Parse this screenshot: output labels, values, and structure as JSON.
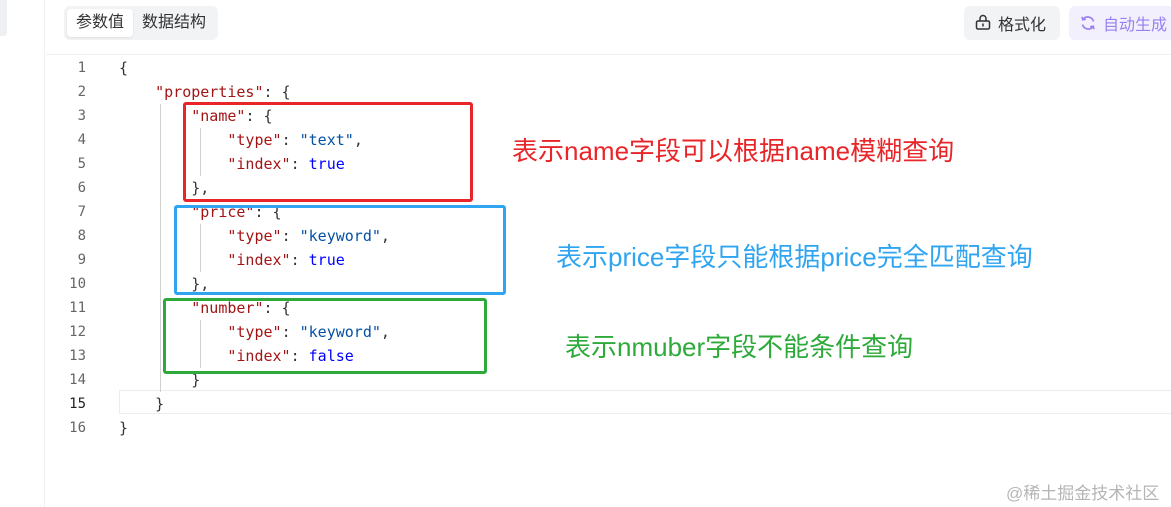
{
  "tabs": [
    {
      "label": "参数值",
      "active": true
    },
    {
      "label": "数据结构",
      "active": false
    }
  ],
  "toolbar": {
    "format_label": "格式化",
    "format_icon": "format-icon",
    "auto_label": "自动生成",
    "auto_icon": "refresh-icon"
  },
  "editor": {
    "current_line": 15,
    "lines": [
      {
        "n": "1",
        "code": "{"
      },
      {
        "n": "2",
        "code": "    \"properties\": {"
      },
      {
        "n": "3",
        "code": "      \"name\": {"
      },
      {
        "n": "4",
        "code": "          \"type\": \"text\","
      },
      {
        "n": "5",
        "code": "          \"index\": true"
      },
      {
        "n": "6",
        "code": "      },"
      },
      {
        "n": "7",
        "code": "      \"price\": {"
      },
      {
        "n": "8",
        "code": "          \"type\": \"keyword\","
      },
      {
        "n": "9",
        "code": "          \"index\": true"
      },
      {
        "n": "10",
        "code": "      },"
      },
      {
        "n": "11",
        "code": "      \"number\": {"
      },
      {
        "n": "12",
        "code": "          \"type\": \"keyword\","
      },
      {
        "n": "13",
        "code": "          \"index\": false"
      },
      {
        "n": "14",
        "code": "      }"
      },
      {
        "n": "15",
        "code": "    }"
      },
      {
        "n": "16",
        "code": "}"
      }
    ]
  },
  "annotations": {
    "red": "表示name字段可以根据name模糊查询",
    "blue": "表示price字段只能根据price完全匹配查询",
    "green": "表示nmuber字段不能条件查询"
  },
  "colors": {
    "red": "#e8262a",
    "blue": "#2fa4f0",
    "green": "#2eaa3a",
    "accent": "#9a7ff0"
  },
  "watermark": "@稀土掘金技术社区"
}
